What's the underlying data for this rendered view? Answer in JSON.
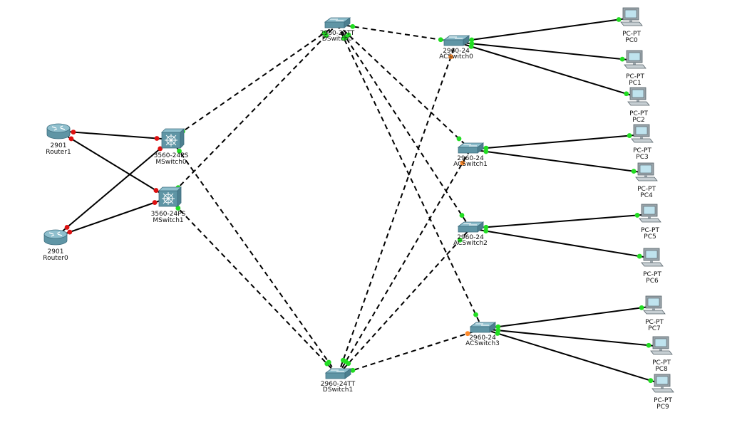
{
  "diagram": {
    "colors": {
      "link_solid": "#000000",
      "link_dashed": "#000000",
      "port_up": "#22dd22",
      "port_down": "#dd1111",
      "port_blocked": "#ff8a2a",
      "device_body": "#5f95a5",
      "device_top": "#8fbfcd",
      "pc_screen": "#bfe3ee",
      "pc_body": "#9aa4aa"
    },
    "devices": [
      {
        "id": "Router1",
        "kind": "router",
        "model": "2901",
        "name": "Router1"
      },
      {
        "id": "Router0",
        "kind": "router",
        "model": "2901",
        "name": "Router0"
      },
      {
        "id": "MSwitch0",
        "kind": "mlswitch",
        "model": "3560-24PS",
        "name": "MSwitch0"
      },
      {
        "id": "MSwitch1",
        "kind": "mlswitch",
        "model": "3560-24PS",
        "name": "MSwitch1"
      },
      {
        "id": "DSwitch0",
        "kind": "switch",
        "model": "2960-24TT",
        "name": "DSwitch0"
      },
      {
        "id": "DSwitch1",
        "kind": "switch",
        "model": "2960-24TT",
        "name": "DSwitch1"
      },
      {
        "id": "ACSwitch0",
        "kind": "switch",
        "model": "2960-24",
        "name": "ACSwitch0"
      },
      {
        "id": "ACSwitch1",
        "kind": "switch",
        "model": "2960-24",
        "name": "ACSwitch1"
      },
      {
        "id": "ACSwitch2",
        "kind": "switch",
        "model": "2960-24",
        "name": "ACSwitch2"
      },
      {
        "id": "ACSwitch3",
        "kind": "switch",
        "model": "2960-24",
        "name": "ACSwitch3"
      },
      {
        "id": "PC0",
        "kind": "pc",
        "model": "PC-PT",
        "name": "PC0"
      },
      {
        "id": "PC1",
        "kind": "pc",
        "model": "PC-PT",
        "name": "PC1"
      },
      {
        "id": "PC2",
        "kind": "pc",
        "model": "PC-PT",
        "name": "PC2"
      },
      {
        "id": "PC3",
        "kind": "pc",
        "model": "PC-PT",
        "name": "PC3"
      },
      {
        "id": "PC4",
        "kind": "pc",
        "model": "PC-PT",
        "name": "PC4"
      },
      {
        "id": "PC5",
        "kind": "pc",
        "model": "PC-PT",
        "name": "PC5"
      },
      {
        "id": "PC6",
        "kind": "pc",
        "model": "PC-PT",
        "name": "PC6"
      },
      {
        "id": "PC7",
        "kind": "pc",
        "model": "PC-PT",
        "name": "PC7"
      },
      {
        "id": "PC8",
        "kind": "pc",
        "model": "PC-PT",
        "name": "PC8"
      },
      {
        "id": "PC9",
        "kind": "pc",
        "model": "PC-PT",
        "name": "PC9"
      }
    ],
    "links": [
      {
        "a": "Router1",
        "b": "MSwitch0",
        "style": "solid",
        "sa": "down",
        "sb": "down"
      },
      {
        "a": "Router1",
        "b": "MSwitch1",
        "style": "solid",
        "sa": "down",
        "sb": "down"
      },
      {
        "a": "Router0",
        "b": "MSwitch0",
        "style": "solid",
        "sa": "down",
        "sb": "down"
      },
      {
        "a": "Router0",
        "b": "MSwitch1",
        "style": "solid",
        "sa": "down",
        "sb": "down"
      },
      {
        "a": "MSwitch0",
        "b": "DSwitch0",
        "style": "dashed",
        "sa": "up",
        "sb": "up"
      },
      {
        "a": "MSwitch0",
        "b": "DSwitch1",
        "style": "dashed",
        "sa": "up",
        "sb": "up"
      },
      {
        "a": "MSwitch1",
        "b": "DSwitch0",
        "style": "dashed",
        "sa": "up",
        "sb": "up"
      },
      {
        "a": "MSwitch1",
        "b": "DSwitch1",
        "style": "dashed",
        "sa": "up",
        "sb": "up"
      },
      {
        "a": "DSwitch0",
        "b": "ACSwitch0",
        "style": "dashed",
        "sa": "up",
        "sb": "up"
      },
      {
        "a": "DSwitch0",
        "b": "ACSwitch1",
        "style": "dashed",
        "sa": "up",
        "sb": "up"
      },
      {
        "a": "DSwitch0",
        "b": "ACSwitch2",
        "style": "dashed",
        "sa": "up",
        "sb": "up"
      },
      {
        "a": "DSwitch0",
        "b": "ACSwitch3",
        "style": "dashed",
        "sa": "up",
        "sb": "up"
      },
      {
        "a": "DSwitch1",
        "b": "ACSwitch0",
        "style": "dashed",
        "sa": "up",
        "sb": "blocked"
      },
      {
        "a": "DSwitch1",
        "b": "ACSwitch1",
        "style": "dashed",
        "sa": "up",
        "sb": "blocked"
      },
      {
        "a": "DSwitch1",
        "b": "ACSwitch2",
        "style": "dashed",
        "sa": "up",
        "sb": "up"
      },
      {
        "a": "DSwitch1",
        "b": "ACSwitch3",
        "style": "dashed",
        "sa": "up",
        "sb": "blocked"
      },
      {
        "a": "ACSwitch0",
        "b": "PC0",
        "style": "solid",
        "sa": "up",
        "sb": "up"
      },
      {
        "a": "ACSwitch0",
        "b": "PC1",
        "style": "solid",
        "sa": "up",
        "sb": "up"
      },
      {
        "a": "ACSwitch0",
        "b": "PC2",
        "style": "solid",
        "sa": "up",
        "sb": "up"
      },
      {
        "a": "ACSwitch1",
        "b": "PC3",
        "style": "solid",
        "sa": "up",
        "sb": "up"
      },
      {
        "a": "ACSwitch1",
        "b": "PC4",
        "style": "solid",
        "sa": "up",
        "sb": "up"
      },
      {
        "a": "ACSwitch2",
        "b": "PC5",
        "style": "solid",
        "sa": "up",
        "sb": "up"
      },
      {
        "a": "ACSwitch2",
        "b": "PC6",
        "style": "solid",
        "sa": "up",
        "sb": "up"
      },
      {
        "a": "ACSwitch3",
        "b": "PC7",
        "style": "solid",
        "sa": "up",
        "sb": "up"
      },
      {
        "a": "ACSwitch3",
        "b": "PC8",
        "style": "solid",
        "sa": "up",
        "sb": "up"
      },
      {
        "a": "ACSwitch3",
        "b": "PC9",
        "style": "solid",
        "sa": "up",
        "sb": "up"
      }
    ]
  }
}
